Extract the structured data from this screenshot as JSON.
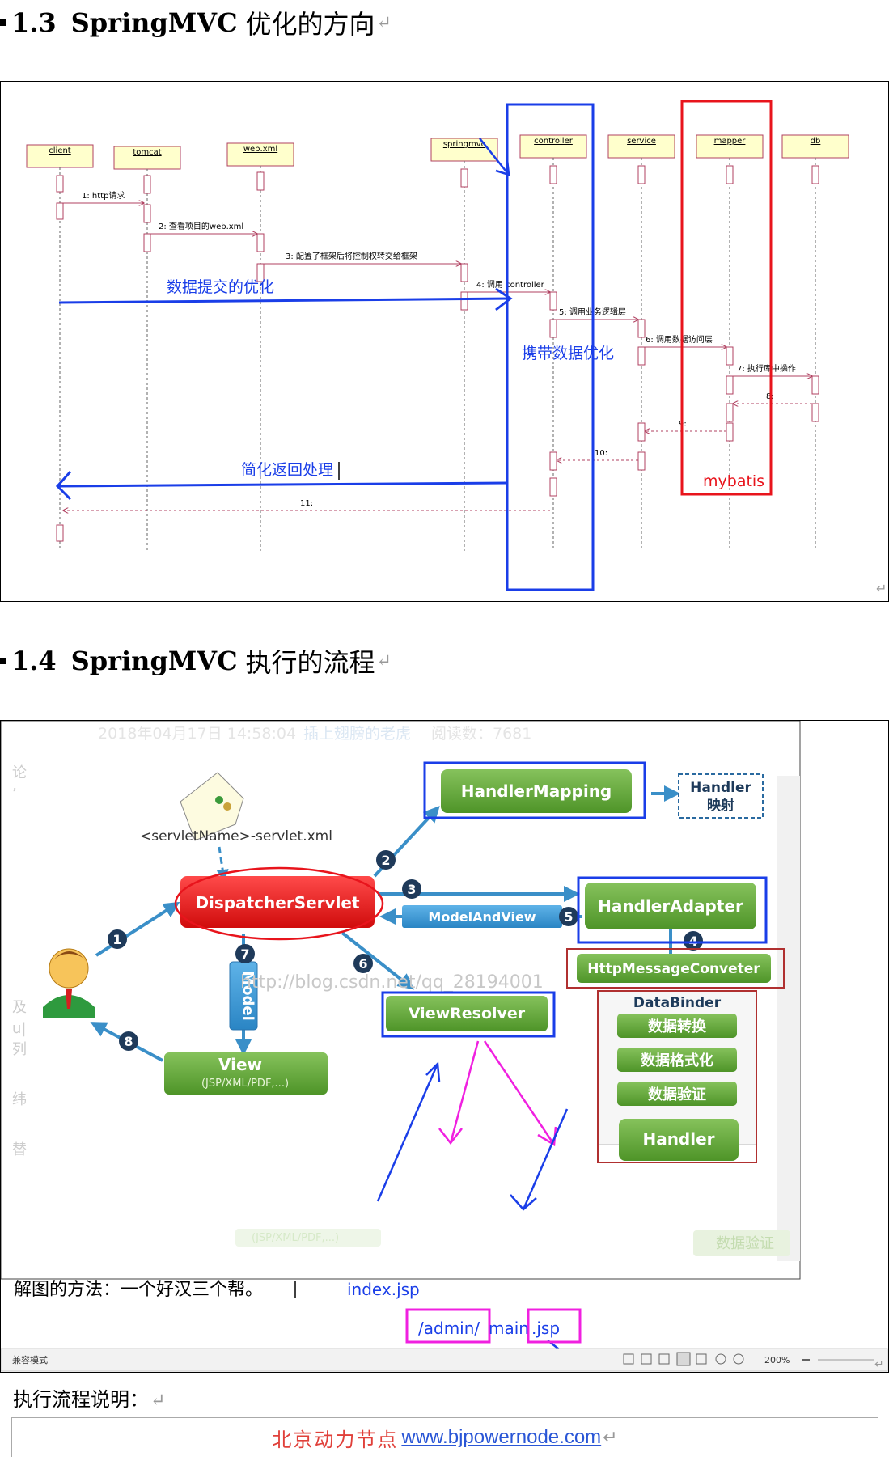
{
  "section_13": {
    "number": "1.3",
    "title": "SpringMVC",
    "tail": "优化的方向"
  },
  "section_14": {
    "number": "1.4",
    "title": "SpringMVC",
    "tail": "执行的流程"
  },
  "paragraph_mark": "↵",
  "seq_diagram": {
    "lifelines": [
      "client",
      "tomcat",
      "web.xml",
      "springmvc",
      "controller",
      "service",
      "mapper",
      "db"
    ],
    "messages": [
      "1: http请求",
      "2: 查看项目的web.xml",
      "3: 配置了框架后将控制权转交给框架",
      "4: 调用 controller",
      "5: 调用业务逻辑层",
      "6: 调用数据访问层",
      "7: 执行库中操作",
      "8:",
      "9:",
      "10:",
      "11:"
    ],
    "annotations": {
      "data_submit": "数据提交的优化",
      "carry_data": "携带数据优化",
      "simplify_return": "简化返回处理",
      "mybatis": "mybatis"
    }
  },
  "flow_diagram": {
    "bg_header": "2018年04月17日 14:58:04",
    "bg_author": "插上翅膀的老虎",
    "bg_reads": "阅读数：7681",
    "config_file": "<servletName>-servlet.xml",
    "dispatcher": "DispatcherServlet",
    "handler_mapping": "HandlerMapping",
    "handler_map_box": [
      "Handler",
      "映射"
    ],
    "handler_adapter": "HandlerAdapter",
    "model_and_view": "ModelAndView",
    "http_message_converter": "HttpMessageConveter",
    "data_binder": "DataBinder",
    "binder_steps": [
      "数据转换",
      "数据格式化",
      "数据验证"
    ],
    "handler": "Handler",
    "view_resolver": "ViewResolver",
    "model": "Model",
    "view": "View",
    "view_sub": "(JSP/XML/PDF,...)",
    "watermark": "http://blog.csdn.net/qq_28194001",
    "steps": [
      "1",
      "2",
      "3",
      "4",
      "5",
      "6",
      "7",
      "8"
    ],
    "method_note": "解图的方法：一个好汉三个帮。",
    "index_jsp": "index.jsp",
    "admin_path": "/admin/",
    "main_jsp": "main",
    "jsp_ext": ".jsp",
    "status_mode": "兼容模式",
    "zoom": "200%",
    "bg_bottom_left": "(JSP/XML/PDF,...)",
    "bg_bottom_right": "数据验证",
    "bg_side_chars": [
      "论",
      "’",
      "及",
      "u|",
      "列",
      "纬",
      "替"
    ]
  },
  "exec_desc": "执行流程说明：",
  "footer": {
    "label": "北京动力节点",
    "url": "www.bjpowernode.com"
  },
  "colors": {
    "annotation_blue": "#1a3ee8",
    "annotation_red": "#e8141c",
    "annotation_magenta": "#f020e0",
    "uml_box": "#ffffcc",
    "uml_line": "#b04060",
    "green": "#5aa332",
    "dispatcher_red": "#e81818",
    "arrow_blue": "#3a8fc8"
  }
}
